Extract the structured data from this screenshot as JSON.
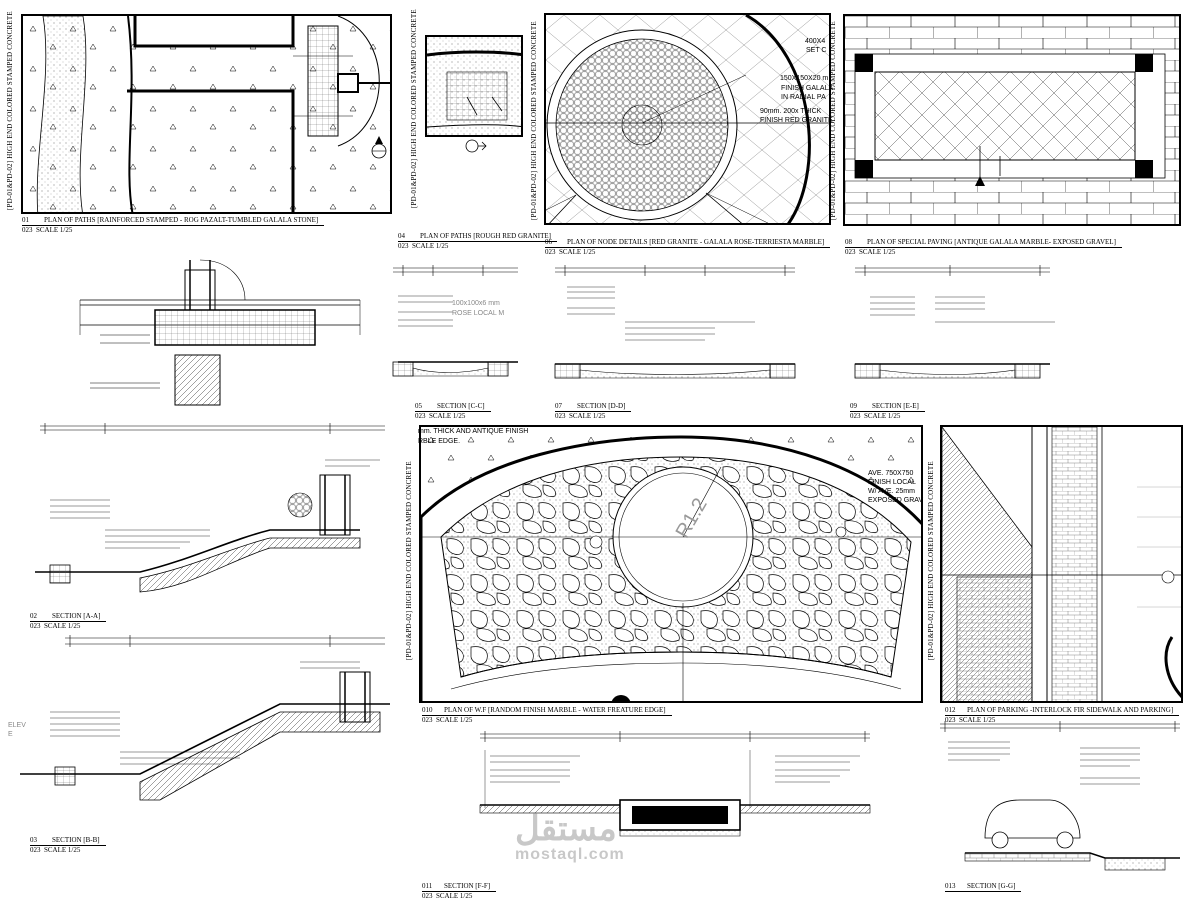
{
  "vertical_label": "[PD-01&PD-02] HIGH END COLORED STAMPED CONCRETE",
  "panels": [
    {
      "num": "01",
      "title": "PLAN OF PATHS [RAINFORCED STAMPED - ROG PAZALT-TUMBLED GALALA STONE]",
      "sub": "023",
      "scale": "SCALE 1/25"
    },
    {
      "num": "04",
      "title": "PLAN OF PATHS [ROUGH RED GRANITE]",
      "sub": "023",
      "scale": "SCALE 1/25"
    },
    {
      "num": "06",
      "title": "PLAN OF NODE DETAILS [RED GRANITE - GALALA ROSE-TERRIESTA MARBLE]",
      "sub": "023",
      "scale": "SCALE 1/25"
    },
    {
      "num": "08",
      "title": "PLAN OF SPECIAL PAVING [ANTIQUE GALALA MARBLE- EXPOSED GRAVEL]",
      "sub": "023",
      "scale": "SCALE 1/25"
    },
    {
      "num": "05",
      "title": "SECTION [C-C]",
      "sub": "023",
      "scale": "SCALE 1/25"
    },
    {
      "num": "07",
      "title": "SECTION [D-D]",
      "sub": "023",
      "scale": "SCALE 1/25"
    },
    {
      "num": "09",
      "title": "SECTION [E-E]",
      "sub": "023",
      "scale": "SCALE 1/25"
    },
    {
      "num": "02",
      "title": "SECTION [A-A]",
      "sub": "023",
      "scale": "SCALE 1/25"
    },
    {
      "num": "03",
      "title": "SECTION [B-B]",
      "sub": "023",
      "scale": "SCALE 1/25"
    },
    {
      "num": "010",
      "title": "PLAN OF W.F [RANDOM FINISH MARBLE - WATER FREATURE EDGE]",
      "sub": "023",
      "scale": "SCALE 1/25"
    },
    {
      "num": "012",
      "title": "PLAN OF PARKING -INTERLOCK FIR SIDEWALK AND PARKING]",
      "sub": "023",
      "scale": "SCALE 1/25"
    },
    {
      "num": "011",
      "title": "SECTION [F-F]",
      "sub": "023",
      "scale": "SCALE 1/25"
    },
    {
      "num": "013",
      "title": "SECTION [G-G]",
      "sub": "023",
      "scale": "SCALE 1/25"
    }
  ],
  "annotations": {
    "node_a": "400X4",
    "node_b": "SET C",
    "node_c": "150X150X20 m",
    "node_d": "FINISH GALALA",
    "node_e": "IN RADIAL PA",
    "node_f": "90mm. 200x THICK",
    "node_g": "FINISH RED GRANITE",
    "section_cc": "100x100x6 mm",
    "section_cc2": "ROSE LOCAL M",
    "wf_a": "mm. THICK AND ANTIQUE FINISH",
    "wf_b": "RBLE EDGE.",
    "wf_c": "AVE. 750X750",
    "wf_d": "FINISH LOCAL",
    "wf_e": "W/ AVE. 25mm",
    "wf_f": "EXPOSED GRAV",
    "wf_radius": "R1.2",
    "section_label_left": "ELEV",
    "section_label_left2": "E"
  },
  "watermark": {
    "arabic": "مستقل",
    "latin": "mostaql.com"
  }
}
